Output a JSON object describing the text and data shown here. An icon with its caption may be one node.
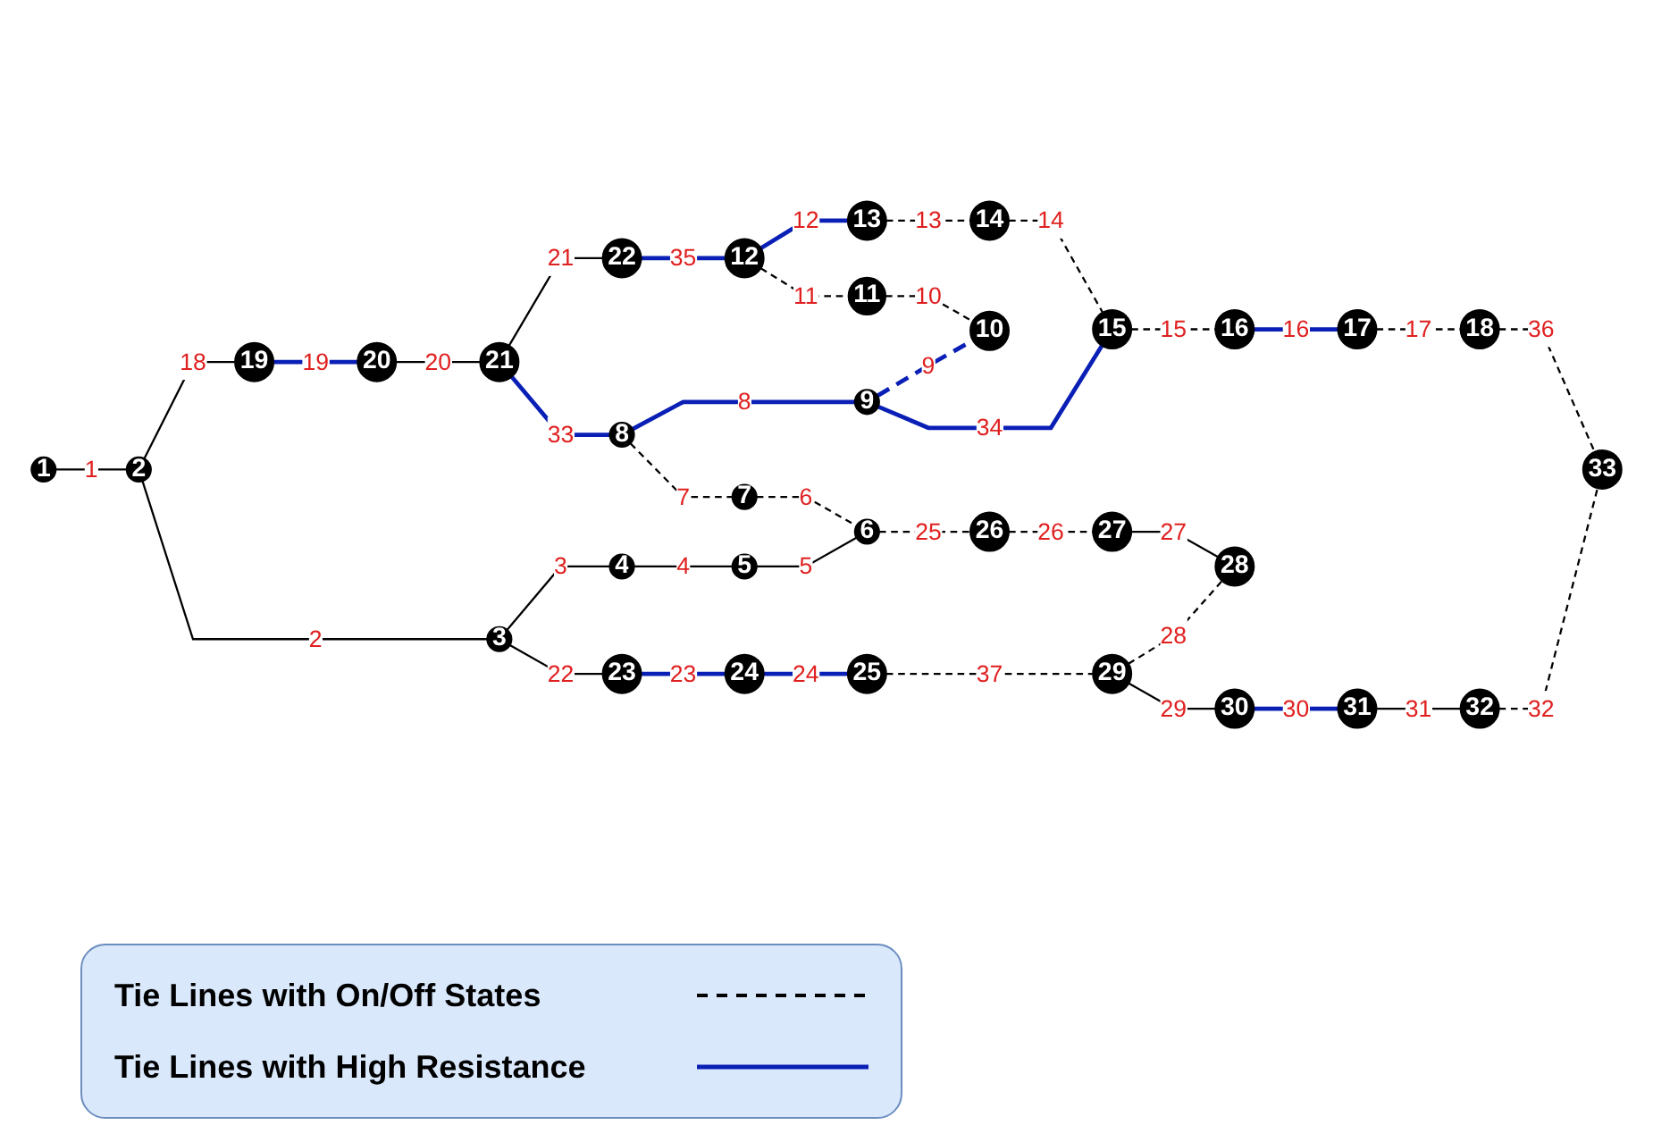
{
  "diagram": {
    "nodes": [
      {
        "text": [
          "1"
        ]
      },
      {
        "text": [
          "2"
        ]
      },
      {
        "text": [
          "3"
        ]
      },
      {
        "text": [
          "4"
        ]
      },
      {
        "text": [
          "5"
        ]
      },
      {
        "text": [
          "6"
        ]
      },
      {
        "text": [
          "7"
        ]
      },
      {
        "text": [
          "8"
        ]
      },
      {
        "text": [
          "9"
        ]
      },
      {
        "text": [
          "10"
        ]
      },
      {
        "text": [
          "11"
        ]
      },
      {
        "text": [
          "12"
        ]
      },
      {
        "text": [
          "13"
        ]
      },
      {
        "text": [
          "14"
        ]
      },
      {
        "text": [
          "15"
        ]
      },
      {
        "text": [
          "16"
        ]
      },
      {
        "text": [
          "17"
        ]
      },
      {
        "text": [
          "18"
        ]
      },
      {
        "text": [
          "19"
        ]
      },
      {
        "text": [
          "20"
        ]
      },
      {
        "text": [
          "21"
        ]
      },
      {
        "text": [
          "22"
        ]
      },
      {
        "text": [
          "23"
        ]
      },
      {
        "text": [
          "24"
        ]
      },
      {
        "text": [
          "25"
        ]
      },
      {
        "text": [
          "26"
        ]
      },
      {
        "text": [
          "27"
        ]
      },
      {
        "text": [
          "28"
        ]
      },
      {
        "text": [
          "29"
        ]
      },
      {
        "text": [
          "30"
        ]
      },
      {
        "text": [
          "31"
        ]
      },
      {
        "text": [
          "32"
        ]
      },
      {
        "text": [
          "33"
        ]
      }
    ],
    "edges": [
      {
        "from": 0,
        "to": 1,
        "arrow": "none",
        "label": "1"
      },
      {
        "from": 1,
        "to": 18,
        "arrow": "none",
        "label": "18"
      },
      {
        "from": 1,
        "to": 2,
        "arrow": "none",
        "label": "2"
      },
      {
        "from": 18,
        "to": 19,
        "arrow": "none",
        "label": "19",
        "color": "#0a1fb5"
      },
      {
        "from": 19,
        "to": 20,
        "arrow": "none",
        "label": "20"
      },
      {
        "from": 20,
        "to": 21,
        "arrow": "none",
        "label": "21"
      },
      {
        "from": 21,
        "to": 11,
        "arrow": "none",
        "label": "35",
        "color": "#0a1fb5"
      },
      {
        "from": 11,
        "to": 12,
        "arrow": "none",
        "label": "12",
        "color": "#0a1fb5"
      },
      {
        "from": 12,
        "to": 13,
        "arrow": "none",
        "label": "13",
        "style": "dashed"
      },
      {
        "from": 11,
        "to": 10,
        "arrow": "none",
        "label": "11",
        "style": "dashed"
      },
      {
        "from": 10,
        "to": 9,
        "arrow": "none",
        "label": "10",
        "style": "dashed"
      },
      {
        "from": 8,
        "to": 9,
        "arrow": "none",
        "label": "9",
        "style": "dashed",
        "color": "#0a1fb5"
      },
      {
        "from": 13,
        "to": 14,
        "arrow": "none",
        "label": "14",
        "style": "dashed"
      },
      {
        "from": 20,
        "to": 7,
        "arrow": "none",
        "label": "33",
        "color": "#0a1fb5"
      },
      {
        "from": 7,
        "to": 8,
        "arrow": "none",
        "label": "8",
        "color": "#0a1fb5"
      },
      {
        "from": 7,
        "to": 6,
        "arrow": "none",
        "label": "7",
        "style": "dashed"
      },
      {
        "from": 6,
        "to": 5,
        "arrow": "none",
        "label": "6",
        "style": "dashed"
      },
      {
        "from": 8,
        "to": 14,
        "arrow": "none",
        "label": "34",
        "color": "#0a1fb5"
      },
      {
        "from": 14,
        "to": 15,
        "arrow": "none",
        "label": "15",
        "style": "dashed"
      },
      {
        "from": 15,
        "to": 16,
        "arrow": "none",
        "label": "16",
        "color": "#0a1fb5"
      },
      {
        "from": 16,
        "to": 17,
        "arrow": "none",
        "label": "17",
        "style": "dashed"
      },
      {
        "from": 17,
        "to": 32,
        "arrow": "none",
        "label": "36",
        "style": "dashed"
      },
      {
        "from": 2,
        "to": 3,
        "arrow": "none",
        "label": "3"
      },
      {
        "from": 3,
        "to": 4,
        "arrow": "none",
        "label": "4"
      },
      {
        "from": 4,
        "to": 5,
        "arrow": "none",
        "label": "5"
      },
      {
        "from": 5,
        "to": 25,
        "arrow": "none",
        "label": "25",
        "style": "dashed"
      },
      {
        "from": 25,
        "to": 26,
        "arrow": "none",
        "label": "26",
        "style": "dashed"
      },
      {
        "from": 26,
        "to": 27,
        "arrow": "none",
        "label": "27"
      },
      {
        "from": 2,
        "to": 22,
        "arrow": "none",
        "label": "22"
      },
      {
        "from": 22,
        "to": 23,
        "arrow": "none",
        "label": "23",
        "color": "#0a1fb5"
      },
      {
        "from": 23,
        "to": 24,
        "arrow": "none",
        "label": "24",
        "color": "#0a1fb5"
      },
      {
        "from": 24,
        "to": 28,
        "arrow": "none",
        "label": "37",
        "style": "dashed"
      },
      {
        "from": 28,
        "to": 27,
        "arrow": "none",
        "label": "28",
        "style": "dashed"
      },
      {
        "from": 28,
        "to": 29,
        "arrow": "none",
        "label": "29"
      },
      {
        "from": 29,
        "to": 30,
        "arrow": "none",
        "label": "30",
        "color": "#0a1fb5"
      },
      {
        "from": 30,
        "to": 31,
        "arrow": "none",
        "label": "31"
      },
      {
        "from": 31,
        "to": 32,
        "arrow": "none",
        "label": "32",
        "style": "dashed"
      }
    ],
    "legend": [
      {
        "text": "Tie Lines with On/Off States"
      },
      {
        "text": "Tie Lines with High Resistance"
      }
    ]
  }
}
